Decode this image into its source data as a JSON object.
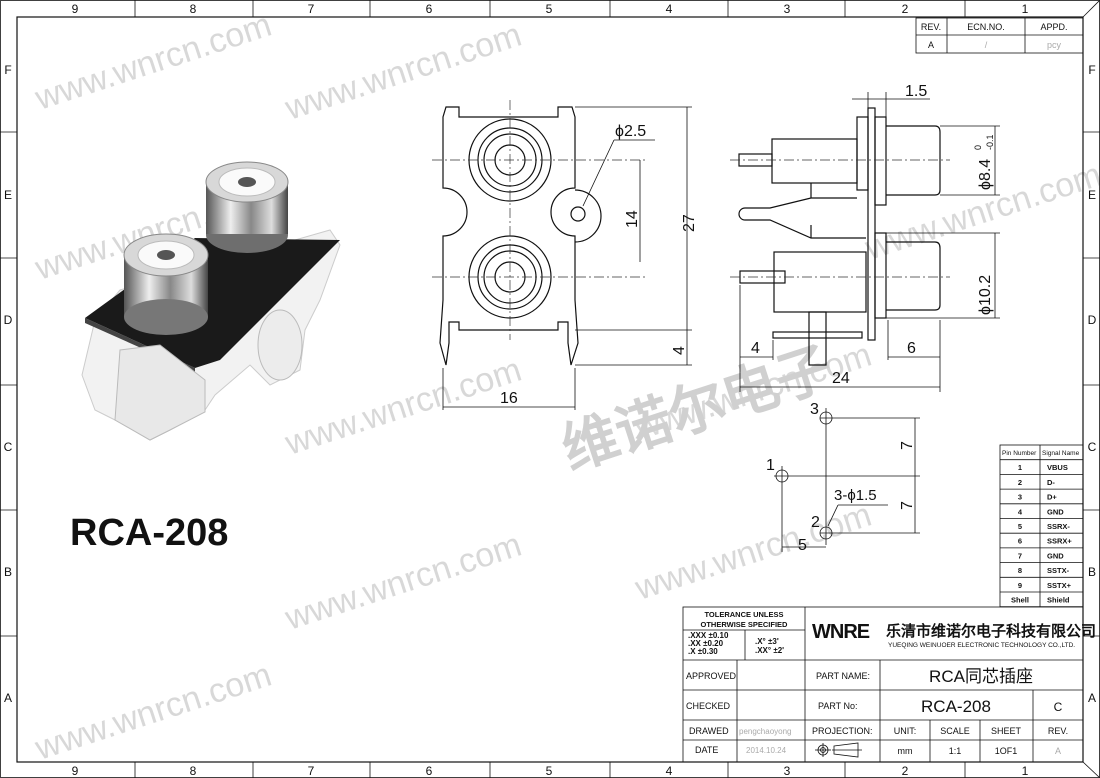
{
  "frame": {
    "columns": [
      "9",
      "8",
      "7",
      "6",
      "5",
      "4",
      "3",
      "2",
      "1"
    ],
    "rows": [
      "F",
      "E",
      "D",
      "C",
      "B",
      "A"
    ]
  },
  "watermark": {
    "url": "www.wnrcn.com",
    "cn": "维诺尔电子"
  },
  "revision_block": {
    "headers": [
      "REV.",
      "ECN.NO.",
      "APPD."
    ],
    "row": [
      "A",
      "/",
      "pcy"
    ]
  },
  "product_title": "RCA-208",
  "front_view": {
    "hole": "ϕ2.5",
    "pitch": "14",
    "height": "27",
    "leg": "4",
    "width": "16"
  },
  "side_view": {
    "flange": "1.5",
    "dia_top": "ϕ8.4",
    "tol_upper": "0",
    "tol_lower": "-0.1",
    "dia_bottom": "ϕ10.2",
    "pin_offset": "4",
    "jack_len": "6",
    "length": "24"
  },
  "pcb_layout": {
    "pins": [
      "3",
      "1",
      "2"
    ],
    "pitch_a": "7",
    "pitch_b": "7",
    "holes": "3-ϕ1.5",
    "offset": "5"
  },
  "pin_table": {
    "headers": [
      "Pin Number",
      "Signal Name"
    ],
    "rows": [
      [
        "1",
        "VBUS"
      ],
      [
        "2",
        "D-"
      ],
      [
        "3",
        "D+"
      ],
      [
        "4",
        "GND"
      ],
      [
        "5",
        "SSRX-"
      ],
      [
        "6",
        "SSRX+"
      ],
      [
        "7",
        "GND"
      ],
      [
        "8",
        "SSTX-"
      ],
      [
        "9",
        "SSTX+"
      ],
      [
        "Shell",
        "Shield"
      ]
    ]
  },
  "title_block": {
    "tolerance_title_1": "TOLERANCE UNLESS",
    "tolerance_title_2": "OTHERWISE SPECIFIED",
    "tol_lin": [
      ".XXX  ±0.10",
      ".XX    ±0.20",
      ".X      ±0.30"
    ],
    "tol_ang": [
      ".X°    ±3'",
      ".XX°  ±2'"
    ],
    "logo": "WNRE",
    "company_cn": "乐清市维诺尔电子科技有限公司",
    "company_en": "YUEQING WEINUOER ELECTRONIC TECHNOLOGY CO.,LTD.",
    "approved_label": "APPROVED",
    "checked_label": "CHECKED",
    "drawed_label": "DRAWED",
    "drawed_value": "pengchaoyong",
    "date_label": "DATE",
    "date_value": "2014.10.24",
    "part_name_label": "PART  NAME:",
    "part_name_value": "RCA同芯插座",
    "part_no_label": "PART  No:",
    "part_no_value": "RCA-208",
    "part_rev": "C",
    "projection_label": "PROJECTION:",
    "unit_label": "UNIT:",
    "unit_value": "mm",
    "scale_label": "SCALE",
    "scale_value": "1:1",
    "sheet_label": "SHEET",
    "sheet_value": "1OF1",
    "rev_label": "REV.",
    "rev_value": "A"
  }
}
